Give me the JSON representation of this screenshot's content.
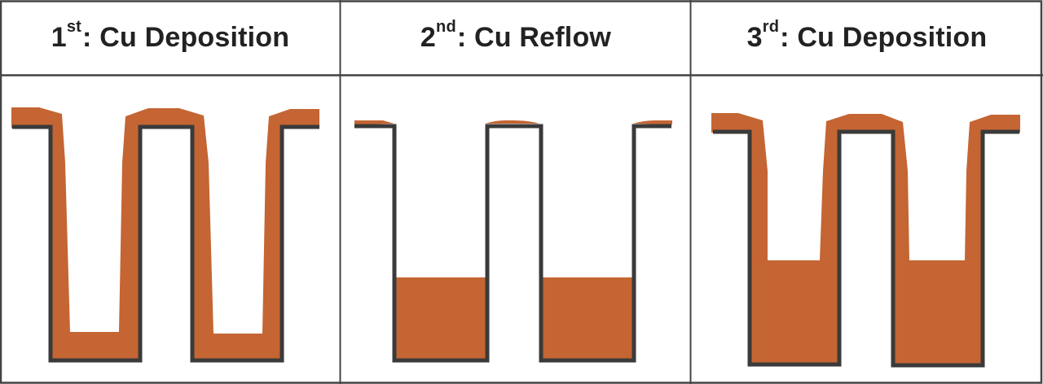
{
  "figure": {
    "columns": [
      {
        "step_number": "1",
        "suffix": "st",
        "label": ": Cu Deposition"
      },
      {
        "step_number": "2",
        "suffix": "nd",
        "label": ": Cu Reflow"
      },
      {
        "step_number": "3",
        "suffix": "rd",
        "label": ": Cu Deposition"
      }
    ],
    "colors": {
      "copper": "#C46533",
      "trench_outline": "#3A3A3A",
      "border": "#444444",
      "background": "#FFFFFF"
    }
  }
}
